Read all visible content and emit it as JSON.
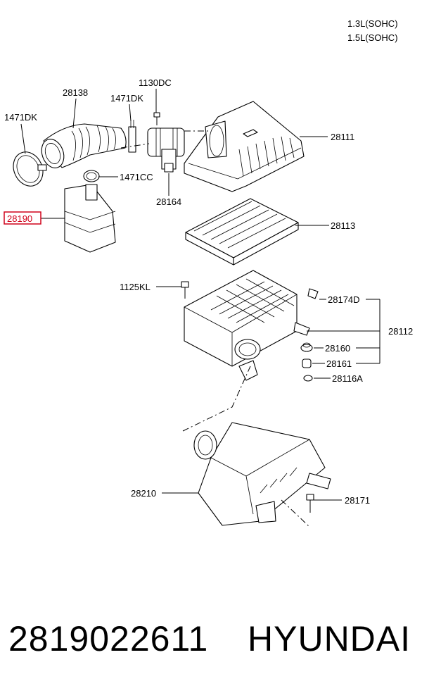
{
  "engine": {
    "line1": "1.3L(SOHC)",
    "line2": "1.5L(SOHC)"
  },
  "labels": {
    "p1471dk_left": "1471DK",
    "p28138": "28138",
    "p1471dk_mid": "1471DK",
    "p1130dc": "1130DC",
    "p28111": "28111",
    "p1471cc": "1471CC",
    "p28164": "28164",
    "p28190": "28190",
    "p28113": "28113",
    "p1125kl": "1125KL",
    "p28174d": "28174D",
    "p28112": "28112",
    "p28160": "28160",
    "p28161": "28161",
    "p28116a": "28116A",
    "p28210": "28210",
    "p28171": "28171"
  },
  "highlight_color": "#d0021b",
  "caption": {
    "part_number": "2819022611",
    "brand": "HYUNDAI"
  }
}
